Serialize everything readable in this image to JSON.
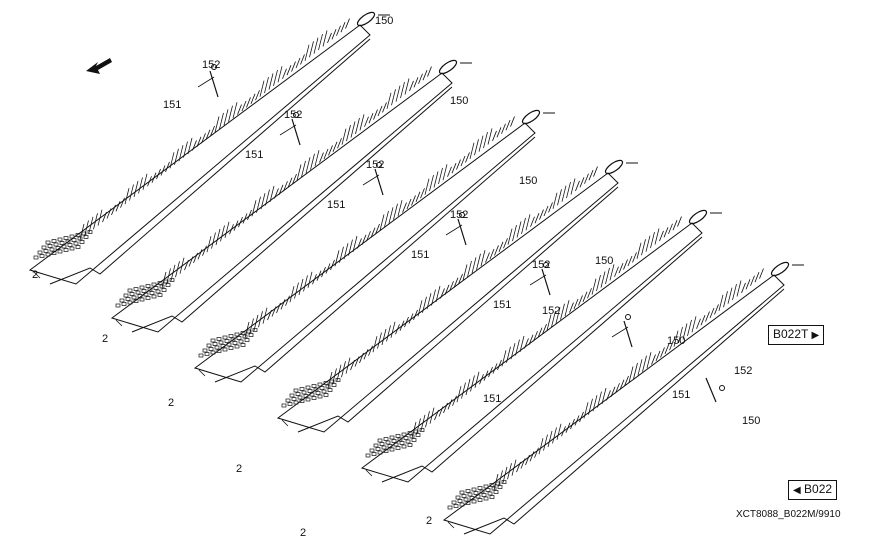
{
  "labels": {
    "frame": "2",
    "pin": "151",
    "clip": "152",
    "bolt": "150"
  },
  "nav": {
    "next": {
      "label": "B022T",
      "glyph": "▶"
    },
    "prev": {
      "label": "B022",
      "glyph": "◀"
    }
  },
  "reference_code": "XCT8088_B022M/9910",
  "colors": {
    "line": "#111111",
    "background": "#ffffff"
  }
}
